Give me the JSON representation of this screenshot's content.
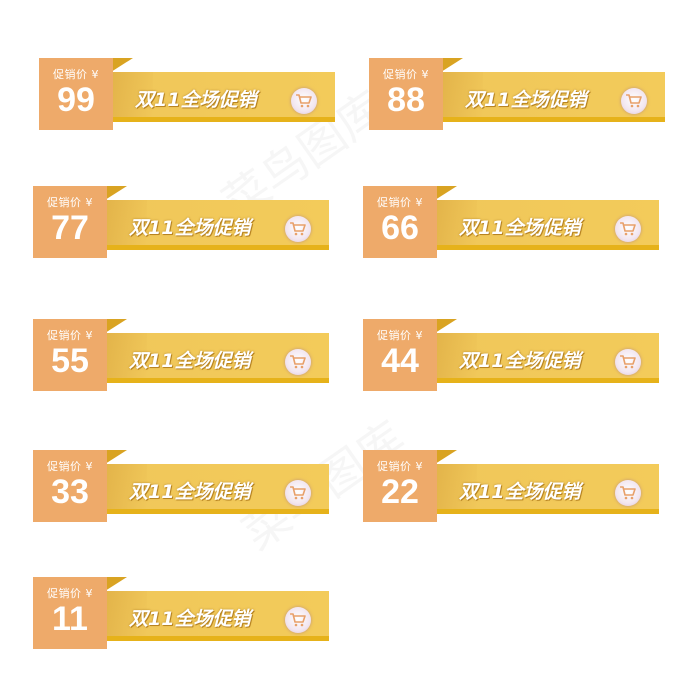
{
  "badge_common": {
    "price_label": "促销价 ¥",
    "promo_text": "双11全场促销"
  },
  "badges": [
    {
      "price": "99"
    },
    {
      "price": "88"
    },
    {
      "price": "77"
    },
    {
      "price": "66"
    },
    {
      "price": "55"
    },
    {
      "price": "44"
    },
    {
      "price": "33"
    },
    {
      "price": "22"
    },
    {
      "price": "11"
    }
  ],
  "watermark": {
    "text": "菜鸟图库"
  },
  "icons": {
    "cart": "shopping-cart-icon"
  },
  "colors": {
    "price_box": "#eeaa6a",
    "banner": "#f3cb5a",
    "banner_bottom": "#e6b21a",
    "cart_icon": "#e8a06a"
  }
}
